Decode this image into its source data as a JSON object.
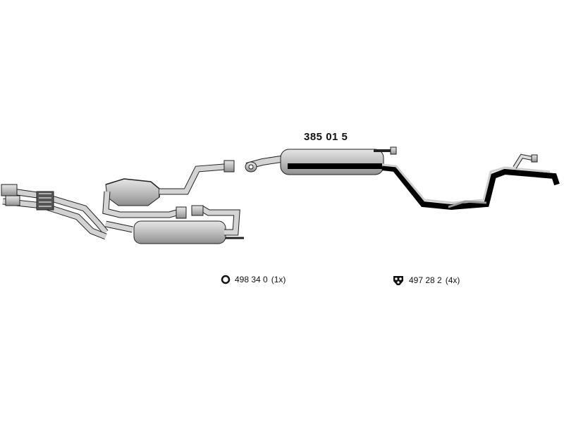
{
  "diagram": {
    "part_number": "385 01 5",
    "legend": [
      {
        "icon": "seal-ring-icon",
        "part": "498 34 0",
        "qty": "(1x)"
      },
      {
        "icon": "rubber-hanger-icon",
        "part": "497 28 2",
        "qty": "(4x)"
      }
    ],
    "colors": {
      "part_fill": "#c8c8c8",
      "part_stroke": "#222222",
      "highlight": "#000000"
    }
  }
}
